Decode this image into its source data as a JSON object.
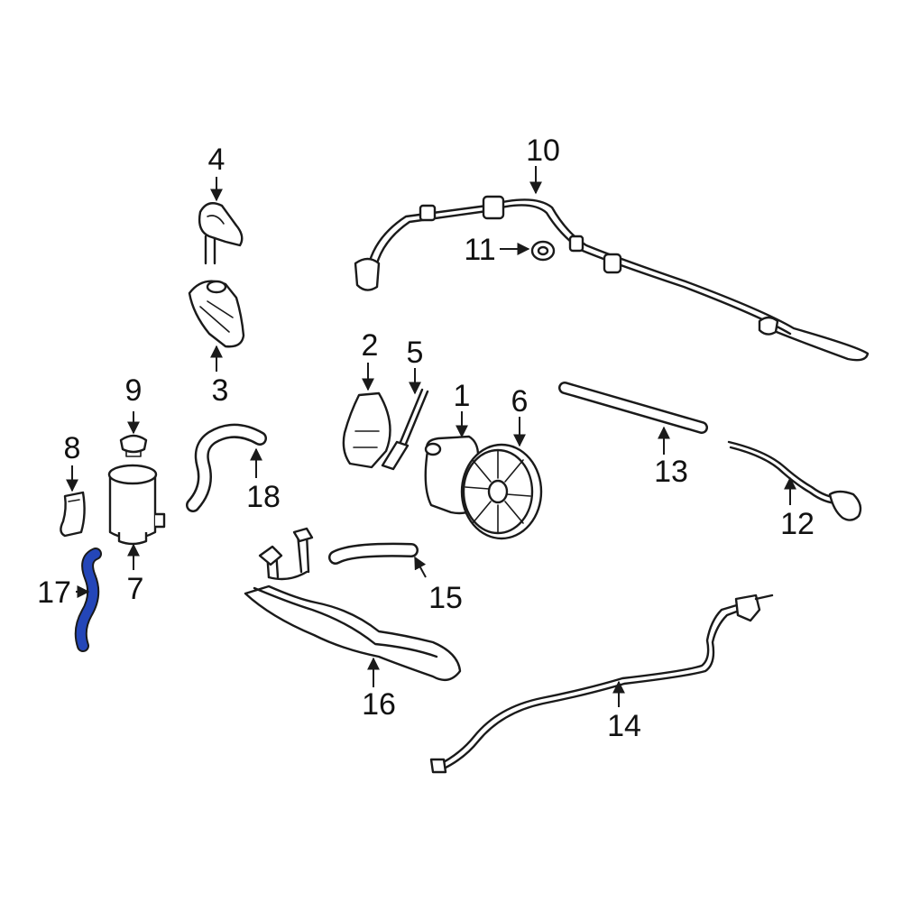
{
  "highlight_color": "#2446b8",
  "line_color": "#1a1a1a",
  "callouts": {
    "c1": "1",
    "c2": "2",
    "c3": "3",
    "c4": "4",
    "c5": "5",
    "c6": "6",
    "c7": "7",
    "c8": "8",
    "c9": "9",
    "c10": "10",
    "c11": "11",
    "c12": "12",
    "c13": "13",
    "c14": "14",
    "c15": "15",
    "c16": "16",
    "c17": "17",
    "c18": "18"
  }
}
